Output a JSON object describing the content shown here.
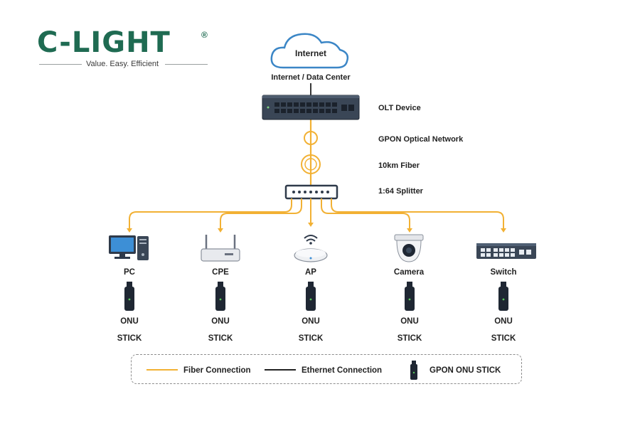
{
  "brand": {
    "logo_text": "C-LIGHT",
    "registered_mark": "®",
    "tagline": "Value. Easy. Efficient",
    "brand_color": "#1f6b52"
  },
  "network": {
    "cloud_label": "Internet",
    "cloud_caption": "Internet / Data Center",
    "olt_label": "OLT Device",
    "gpon_label": "GPON Optical Network",
    "fiber_label": "10km Fiber",
    "splitter_label": "1:64 Splitter"
  },
  "devices": [
    {
      "label": "PC",
      "icon": "desktop-pc-icon",
      "onu_line1": "ONU",
      "onu_line2": "STICK"
    },
    {
      "label": "CPE",
      "icon": "router-icon",
      "onu_line1": "ONU",
      "onu_line2": "STICK"
    },
    {
      "label": "AP",
      "icon": "access-point-icon",
      "onu_line1": "ONU",
      "onu_line2": "STICK"
    },
    {
      "label": "Camera",
      "icon": "dome-camera-icon",
      "onu_line1": "ONU",
      "onu_line2": "STICK"
    },
    {
      "label": "Switch",
      "icon": "network-switch-icon",
      "onu_line1": "ONU",
      "onu_line2": "STICK"
    }
  ],
  "legend": {
    "fiber": "Fiber Connection",
    "ethernet": "Ethernet Connection",
    "onu_stick": "GPON ONU STICK"
  },
  "colors": {
    "fiber": "#f2b134",
    "ethernet": "#222222",
    "device_dark": "#2f3a4a"
  }
}
